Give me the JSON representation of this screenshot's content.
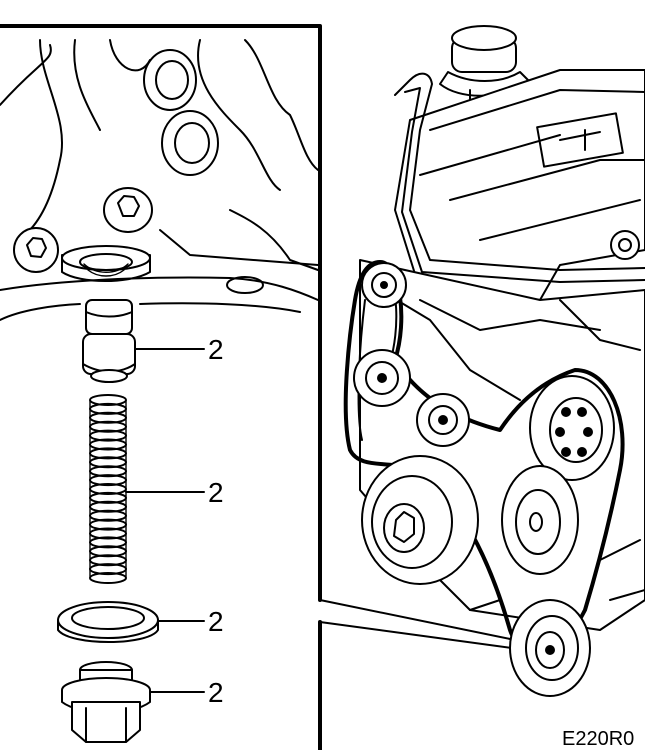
{
  "callouts": [
    {
      "label": "2"
    },
    {
      "label": "2"
    },
    {
      "label": "2"
    },
    {
      "label": "2"
    }
  ],
  "figure_code": "E220R0"
}
